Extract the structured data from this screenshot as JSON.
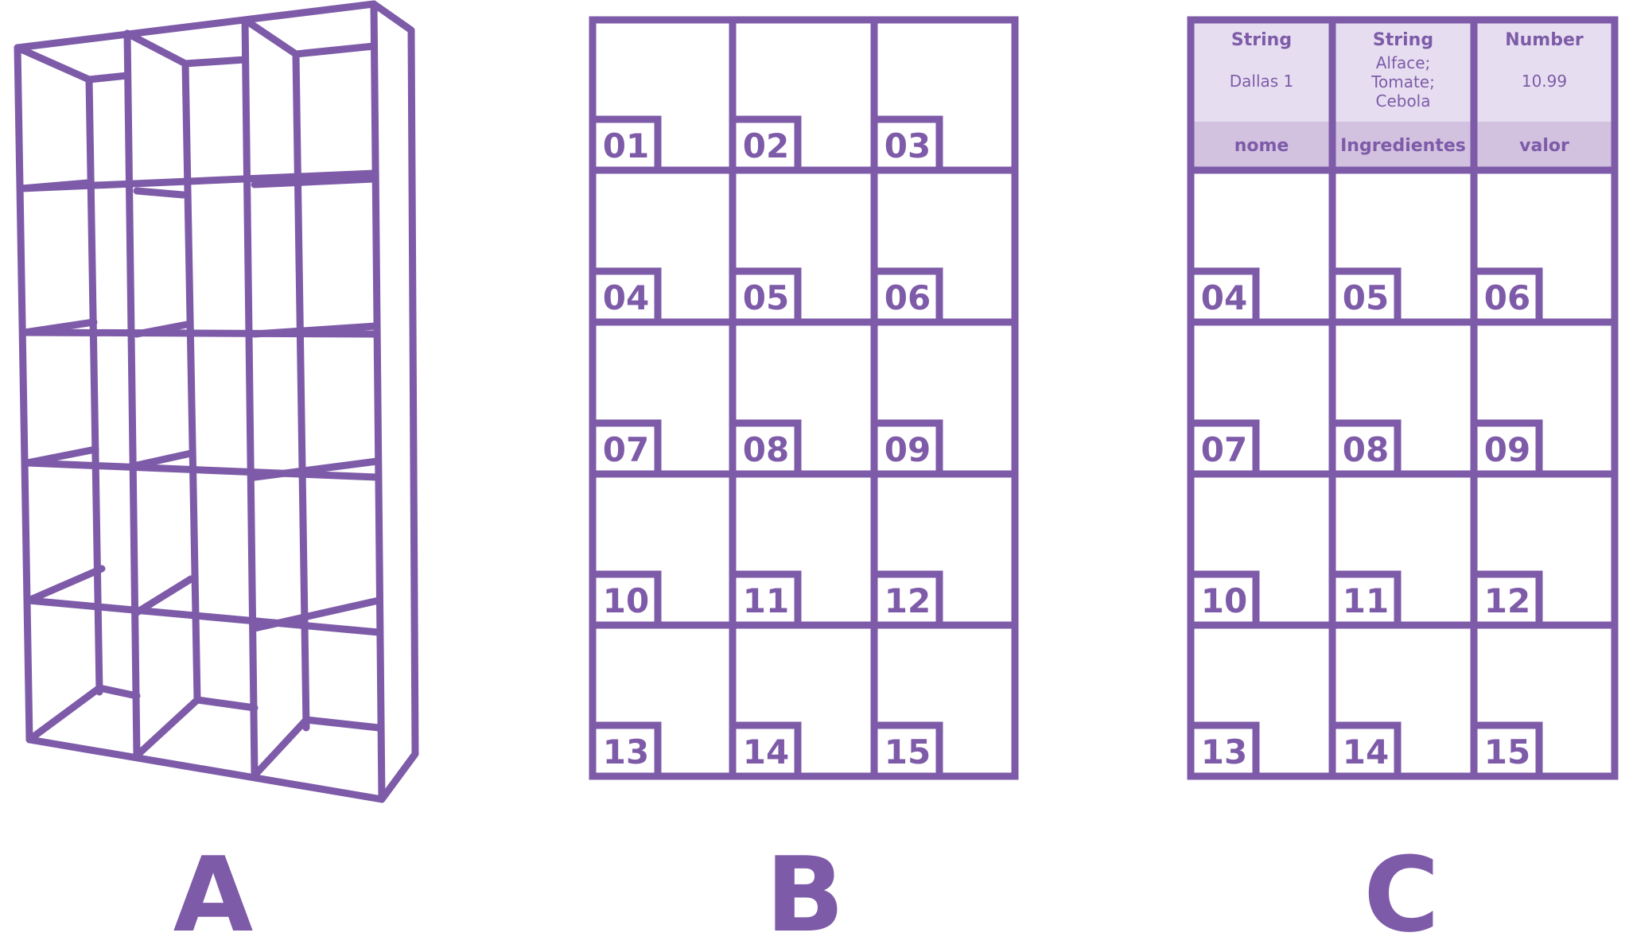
{
  "colors": {
    "stroke": "#7e5ba8",
    "header_light": "#e6def0",
    "header_mid": "#d2c2e0",
    "background": "#ffffff"
  },
  "panels": {
    "a": {
      "label": "A"
    },
    "b": {
      "label": "B",
      "cells": [
        "01",
        "02",
        "03",
        "04",
        "05",
        "06",
        "07",
        "08",
        "09",
        "10",
        "11",
        "12",
        "13",
        "14",
        "15"
      ]
    },
    "c": {
      "label": "C",
      "header": {
        "types": [
          "String",
          "String",
          "Number"
        ],
        "values": [
          "Dallas 1",
          "Alface;\nTomate;\nCebola",
          "10.99"
        ],
        "fields": [
          "nome",
          "Ingredientes",
          "valor"
        ]
      },
      "cells": [
        "04",
        "05",
        "06",
        "07",
        "08",
        "09",
        "10",
        "11",
        "12",
        "13",
        "14",
        "15"
      ]
    }
  }
}
